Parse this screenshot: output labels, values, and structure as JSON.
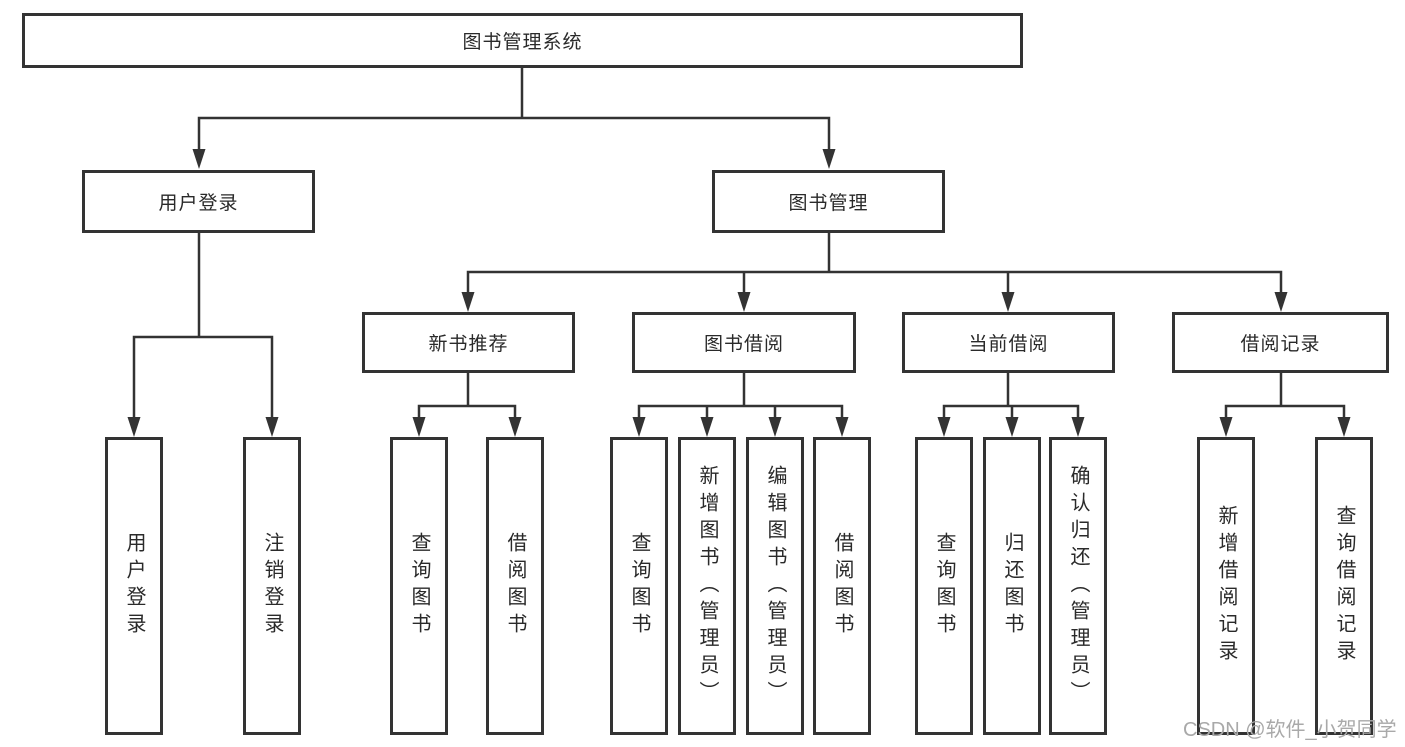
{
  "diagram": {
    "title": "图书管理系统",
    "level2": {
      "user_login": "用户登录",
      "book_mgmt": "图书管理"
    },
    "level3": {
      "new_book": "新书推荐",
      "book_borrow": "图书借阅",
      "current_borrow": "当前借阅",
      "borrow_records": "借阅记录"
    },
    "leaves": {
      "user_login_children": [
        "用户登录",
        "注销登录"
      ],
      "new_book_children": [
        "查询图书",
        "借阅图书"
      ],
      "book_borrow_children": [
        "查询图书",
        "新增图书（管理员）",
        "编辑图书（管理员）",
        "借阅图书"
      ],
      "current_borrow_children": [
        "查询图书",
        "归还图书",
        "确认归还（管理员）"
      ],
      "borrow_records_children": [
        "新增借阅记录",
        "查询借阅记录"
      ]
    },
    "watermark": "CSDN @软件_小贺同学",
    "colors": {
      "line": "#333333",
      "text": "#2a2a2a",
      "watermark": "#a9a9a9",
      "background": "#ffffff"
    }
  }
}
